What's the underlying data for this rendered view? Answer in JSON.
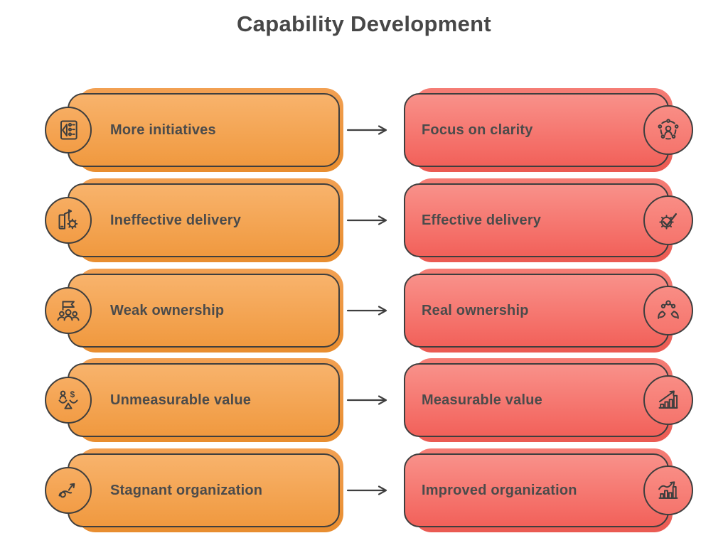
{
  "title": "Capability Development",
  "colors": {
    "background": "#ffffff",
    "outline": "#3e3e3e",
    "text": "#4b4b4b",
    "orange_top": "#f8b36c",
    "orange_bottom": "#f0993f",
    "red_top": "#f9918a",
    "red_bottom": "#f2615a"
  },
  "rows": [
    {
      "left": {
        "label": "More initiatives",
        "icon": "initiatives-list-icon"
      },
      "right": {
        "label": "Focus on clarity",
        "icon": "team-circle-icon"
      }
    },
    {
      "left": {
        "label": "Ineffective delivery",
        "icon": "factory-gear-icon"
      },
      "right": {
        "label": "Effective delivery",
        "icon": "gear-check-icon"
      }
    },
    {
      "left": {
        "label": "Weak ownership",
        "icon": "team-flag-icon"
      },
      "right": {
        "label": "Real ownership",
        "icon": "hands-care-icon"
      }
    },
    {
      "left": {
        "label": "Unmeasurable value",
        "icon": "value-scale-icon"
      },
      "right": {
        "label": "Measurable value",
        "icon": "growth-chart-icon"
      }
    },
    {
      "left": {
        "label": "Stagnant organization",
        "icon": "tangled-arrow-icon"
      },
      "right": {
        "label": "Improved organization",
        "icon": "improving-chart-icon"
      }
    }
  ]
}
